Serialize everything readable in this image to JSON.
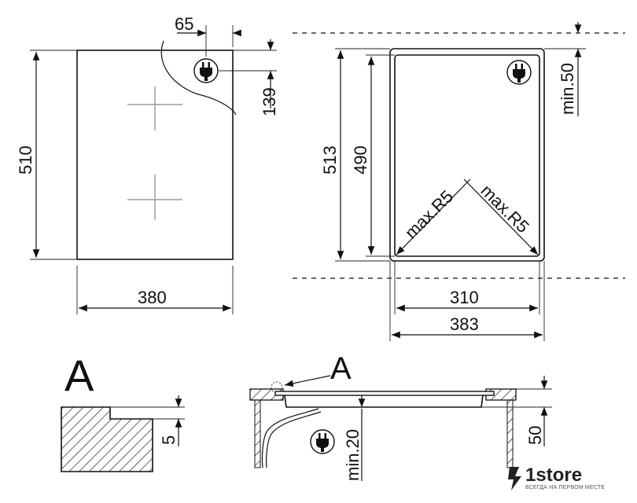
{
  "top_left": {
    "dim_width": "380",
    "dim_height": "510",
    "dim_plug_offset": "65",
    "dim_plug_height": "139"
  },
  "top_right": {
    "dim_cutout_height": "490",
    "dim_outer_height": "513",
    "dim_top_clearance": "min.50",
    "dim_cutout_width": "310",
    "dim_outer_width": "383",
    "radius_left": "max.R5",
    "radius_right": "max.R5"
  },
  "detail_a": {
    "label": "A",
    "dim_step": "5"
  },
  "section": {
    "label": "A",
    "dim_min_below": "min.20",
    "dim_side": "50"
  },
  "brand": {
    "name": "1store",
    "tagline": "ВСЕГДА НА ПЕРВОМ МЕСТЕ"
  },
  "icons": [
    "power-plug-icon"
  ]
}
